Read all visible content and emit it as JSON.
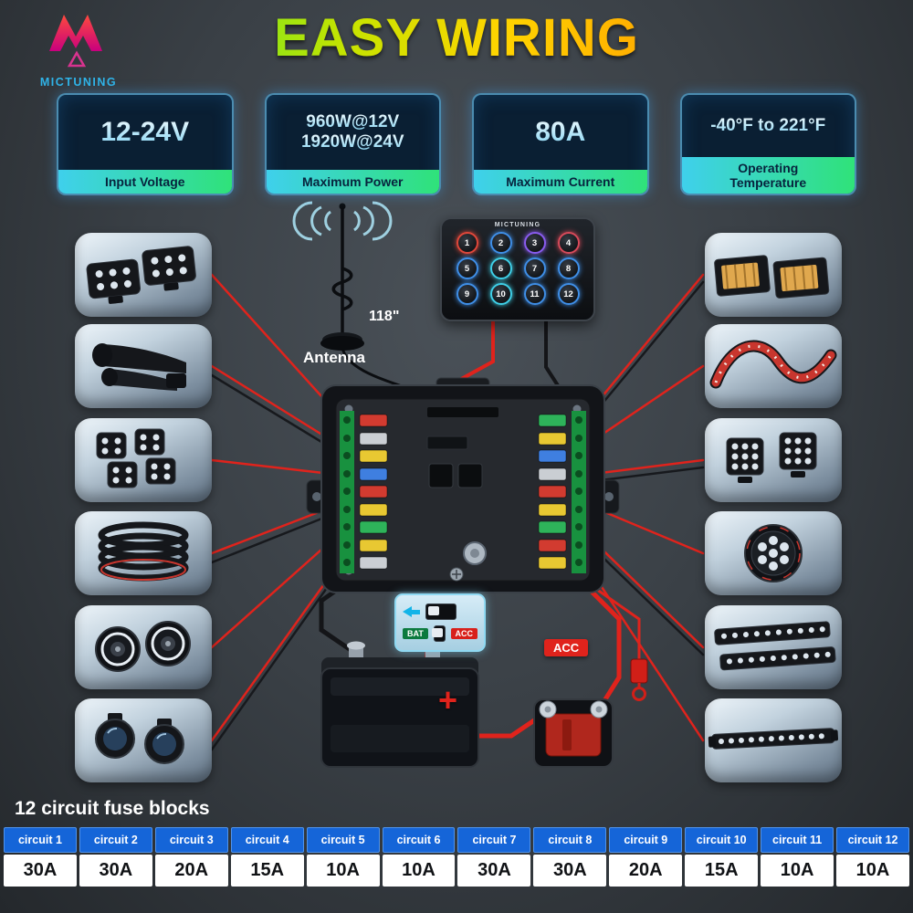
{
  "logo": {
    "brand": "MICTUNING"
  },
  "title": "EASY WIRING",
  "specs": [
    {
      "value": "12-24V",
      "label": "Input Voltage"
    },
    {
      "line1": "960W@12V",
      "line2": "1920W@24V",
      "label": "Maximum Power"
    },
    {
      "value": "80A",
      "label": "Maximum Current"
    },
    {
      "value": "-40°F to 221°F",
      "label": "Operating Temperature"
    }
  ],
  "antenna": {
    "length_label": "118\"",
    "name_label": "Antenna"
  },
  "switch_panel": {
    "brand": "MICTUNING",
    "buttons": [
      {
        "num": "1",
        "ring": "#e0473a"
      },
      {
        "num": "2",
        "ring": "#3f8fe8"
      },
      {
        "num": "3",
        "ring": "#8a5cf0"
      },
      {
        "num": "4",
        "ring": "#d84a5a"
      },
      {
        "num": "5",
        "ring": "#3f8fe8"
      },
      {
        "num": "6",
        "ring": "#3fd0e8"
      },
      {
        "num": "7",
        "ring": "#3f8fe8"
      },
      {
        "num": "8",
        "ring": "#3f8fe8"
      },
      {
        "num": "9",
        "ring": "#3f8fe8"
      },
      {
        "num": "10",
        "ring": "#3fd0e8"
      },
      {
        "num": "11",
        "ring": "#3f8fe8"
      },
      {
        "num": "12",
        "ring": "#3f8fe8"
      }
    ]
  },
  "selector": {
    "bat": "BAT",
    "acc": "ACC"
  },
  "acc_tag": "ACC",
  "battery": {
    "plus_symbol": "+"
  },
  "products": {
    "left": [
      "led-pod-lights",
      "air-horn",
      "rock-lights",
      "wheel-ring-lights",
      "halo-headlights",
      "fog-lights"
    ],
    "right": [
      "flood-lights",
      "led-strip-light",
      "led-work-lights",
      "round-driving-light",
      "dual-led-light-bars",
      "led-light-bar"
    ]
  },
  "fuse_table": {
    "heading": "12 circuit fuse blocks",
    "columns": [
      {
        "circuit": "circuit 1",
        "amps": "30A"
      },
      {
        "circuit": "circuit 2",
        "amps": "30A"
      },
      {
        "circuit": "circuit 3",
        "amps": "20A"
      },
      {
        "circuit": "circuit 4",
        "amps": "15A"
      },
      {
        "circuit": "circuit 5",
        "amps": "10A"
      },
      {
        "circuit": "circuit 6",
        "amps": "10A"
      },
      {
        "circuit": "circuit 7",
        "amps": "30A"
      },
      {
        "circuit": "circuit 8",
        "amps": "30A"
      },
      {
        "circuit": "circuit 9",
        "amps": "20A"
      },
      {
        "circuit": "circuit 10",
        "amps": "15A"
      },
      {
        "circuit": "circuit 11",
        "amps": "10A"
      },
      {
        "circuit": "circuit 12",
        "amps": "10A"
      }
    ]
  },
  "colors": {
    "wire_positive": "#e0231c",
    "wire_negative": "#141518",
    "spec_strip_start": "#3fd0ec",
    "spec_strip_end": "#2fe279",
    "table_header": "#1565d8",
    "brand_blue": "#2fb3e8",
    "title_gradient_start": "#00dc5f",
    "title_gradient_end": "#ff7700"
  }
}
